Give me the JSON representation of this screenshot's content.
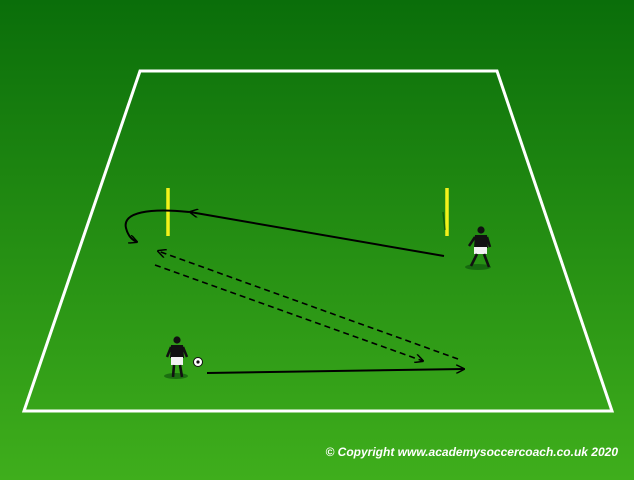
{
  "diagram": {
    "colors": {
      "background_top": "#0a6e0a",
      "background_bottom": "#3fae1c",
      "pitch_lines": "#ffffff",
      "poles": "#f2f21a",
      "arrows": "#000000",
      "player_kit": "#111111"
    },
    "elements": {
      "poles": [
        "left-pole",
        "right-pole"
      ],
      "players": [
        "player-bottom-left-with-ball",
        "player-top-right"
      ],
      "arrows": [
        "solid-pass-arrow",
        "dashed-run-arrow-1",
        "dashed-run-arrow-2",
        "solid-return-arrow",
        "curved-run-arrow"
      ]
    }
  },
  "copyright": "© Copyright www.academysoccercoach.co.uk 2020"
}
